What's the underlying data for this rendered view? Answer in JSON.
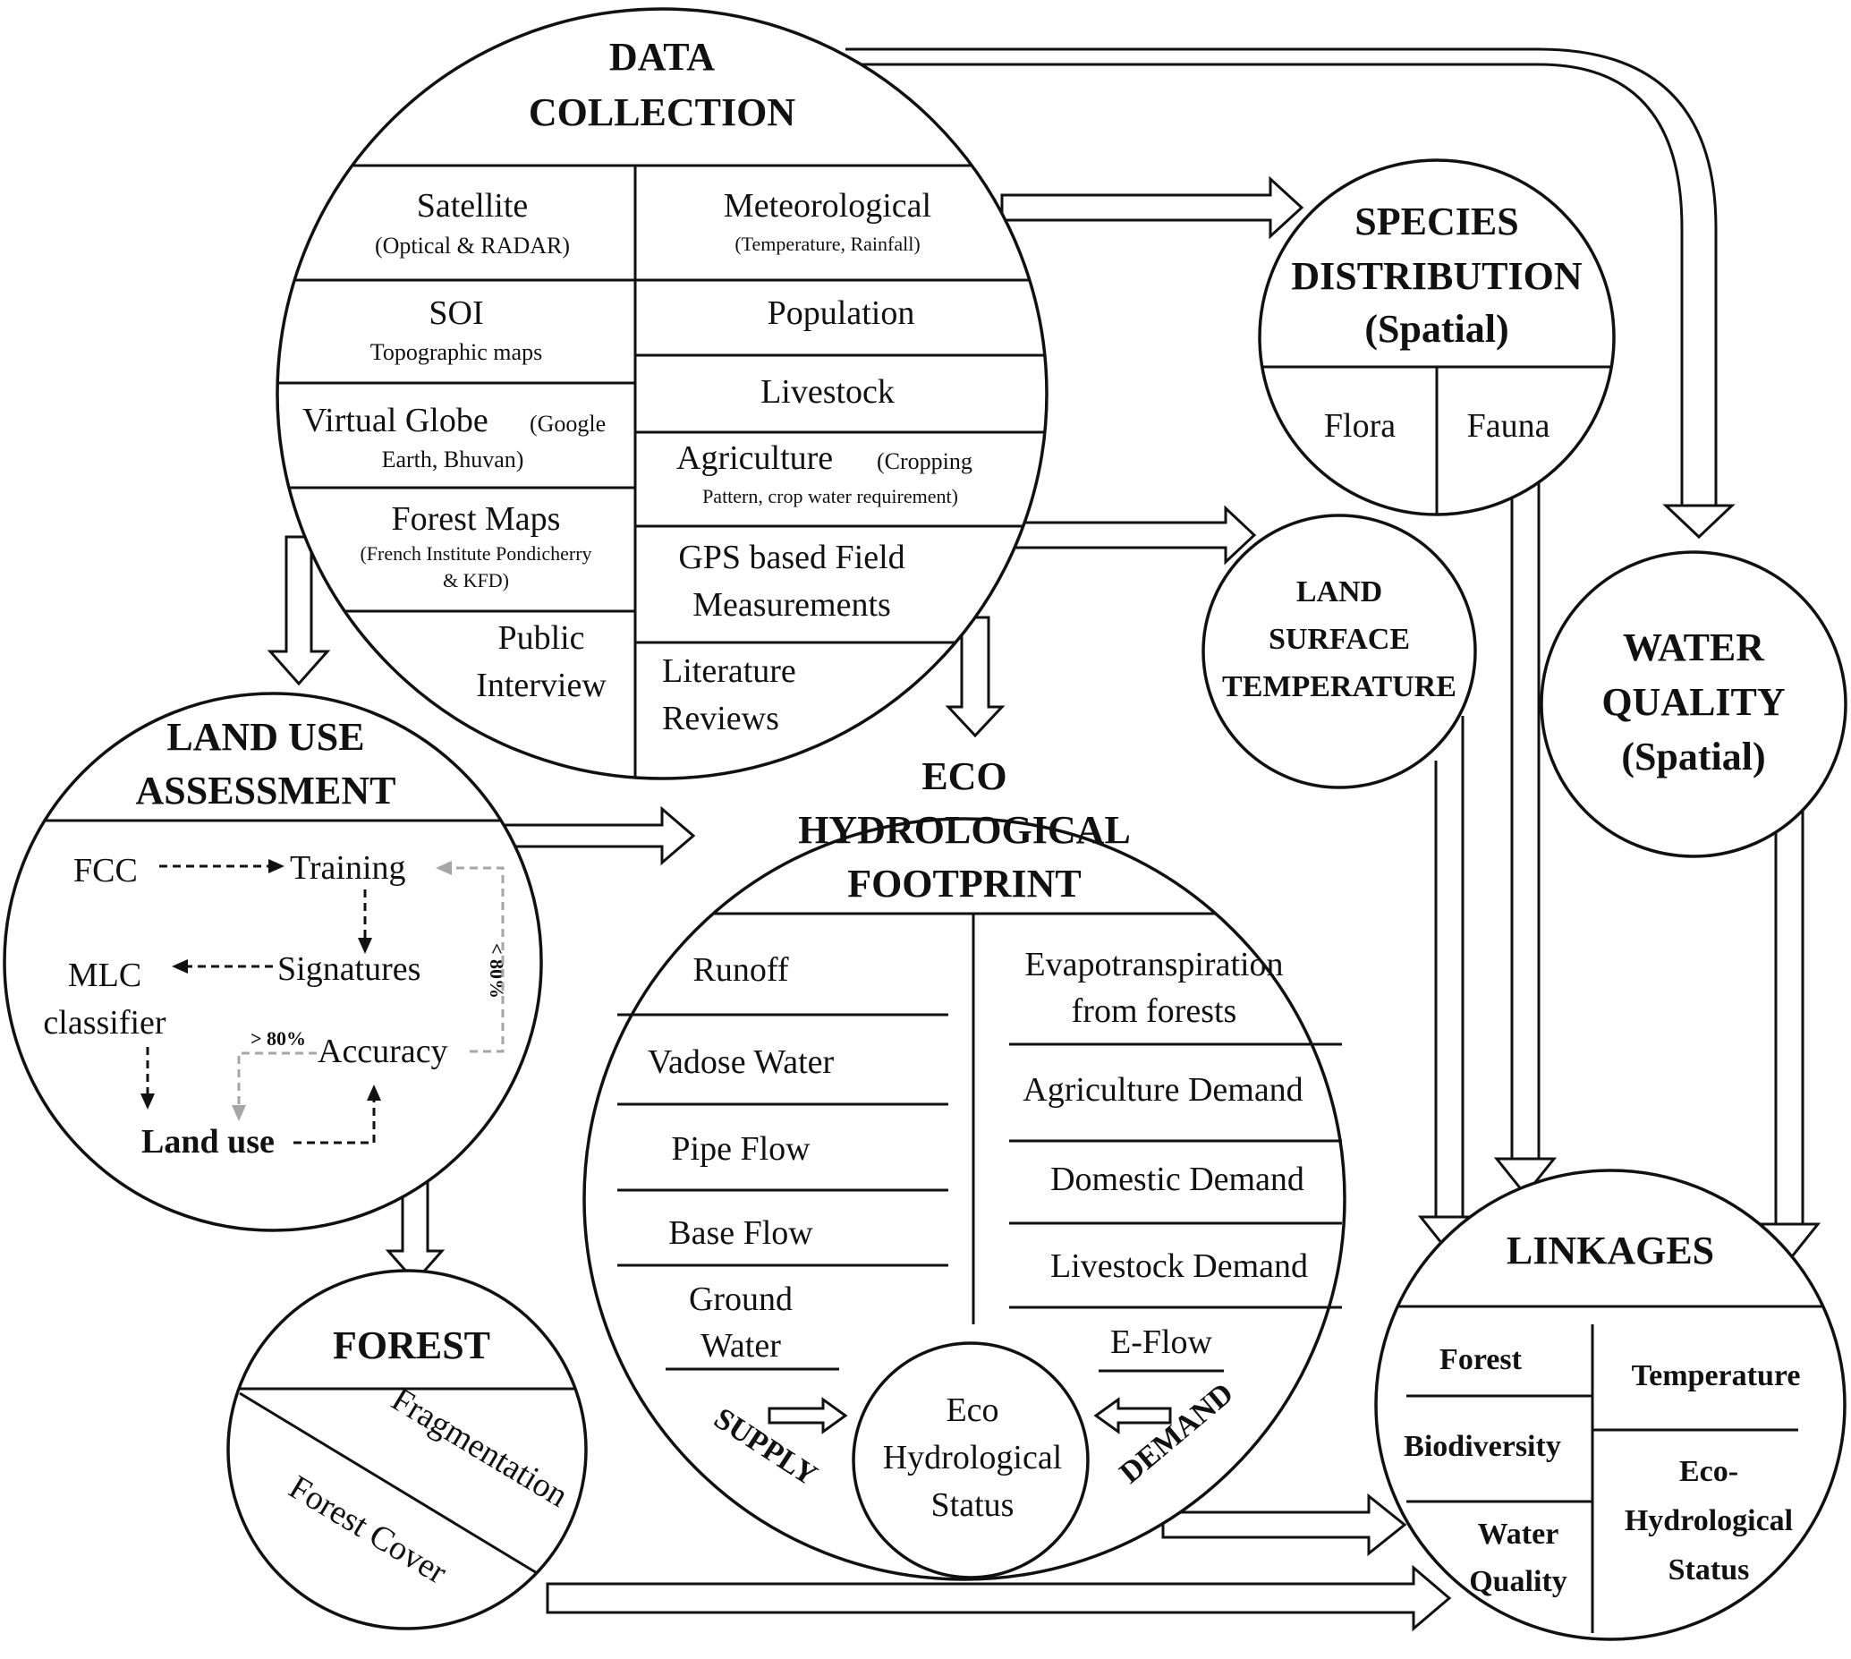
{
  "data_collection": {
    "title": [
      "DATA",
      "COLLECTION"
    ],
    "satellite": "Satellite",
    "satellite_sub": "(Optical & RADAR)",
    "meteorological": "Meteorological",
    "meteorological_sub": "(Temperature, Rainfall)",
    "soi": "SOI",
    "soi_sub": "Topographic maps",
    "population": "Population",
    "virtual_globe": "Virtual Globe",
    "virtual_globe_sub1": "(Google",
    "virtual_globe_sub2": "Earth, Bhuvan)",
    "livestock": "Livestock",
    "agriculture": "Agriculture",
    "agriculture_sub1": "(Cropping",
    "agriculture_sub2": "Pattern, crop water requirement)",
    "forest_maps": "Forest Maps",
    "forest_maps_sub1": "(French Institute Pondicherry",
    "forest_maps_sub2": "& KFD)",
    "gps": [
      "GPS based Field",
      "Measurements"
    ],
    "public": [
      "Public",
      "Interview"
    ],
    "literature": [
      "Literature",
      "Reviews"
    ]
  },
  "species": {
    "title": [
      "SPECIES",
      "DISTRIBUTION",
      "(Spatial)"
    ],
    "flora": "Flora",
    "fauna": "Fauna"
  },
  "lst": {
    "title": [
      "LAND",
      "SURFACE",
      "TEMPERATURE"
    ]
  },
  "water_quality": {
    "title": [
      "WATER",
      "QUALITY",
      "(Spatial)"
    ]
  },
  "land_use": {
    "title": [
      "LAND USE",
      "ASSESSMENT"
    ],
    "fcc": "FCC",
    "training": "Training",
    "signatures": "Signatures",
    "mlc": [
      "MLC",
      "classifier"
    ],
    "accuracy": "Accuracy",
    "land_use": "Land use",
    "gt80": "> 80%",
    "lt80": "< 80%"
  },
  "eco": {
    "title": [
      "ECO",
      "HYDROLOGICAL",
      "FOOTPRINT"
    ],
    "supply_items": [
      "Runoff",
      "Vadose Water",
      "Pipe Flow",
      "Base Flow"
    ],
    "ground_water": [
      "Ground",
      "Water"
    ],
    "evapo": [
      "Evapotranspiration",
      "from forests"
    ],
    "demand_items": [
      "Agriculture Demand",
      "Domestic Demand",
      "Livestock Demand"
    ],
    "eflow": "E-Flow",
    "supply": "SUPPLY",
    "demand": "DEMAND",
    "status": [
      "Eco",
      "Hydrological",
      "Status"
    ]
  },
  "forest": {
    "title": "FOREST",
    "fragmentation": "Fragmentation",
    "cover": "Forest Cover"
  },
  "linkages": {
    "title": "LINKAGES",
    "forest": "Forest",
    "temperature": "Temperature",
    "biodiversity": "Biodiversity",
    "eco": [
      "Eco-",
      "Hydrological",
      "Status"
    ],
    "water": [
      "Water",
      "Quality"
    ]
  }
}
